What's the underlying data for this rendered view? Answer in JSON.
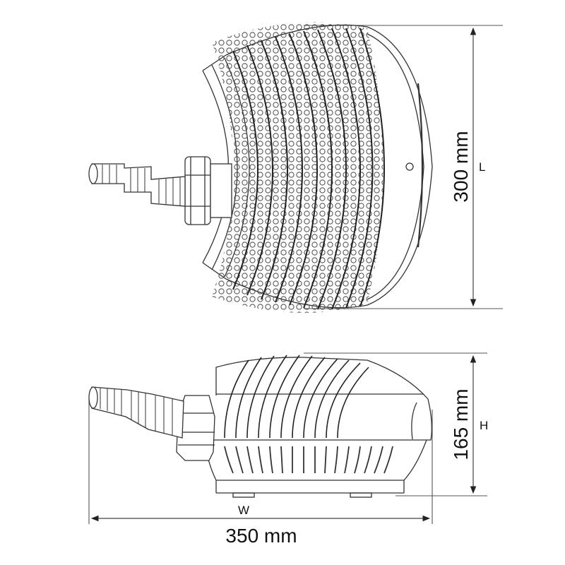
{
  "diagram": {
    "type": "product-dimension-drawing",
    "colors": {
      "line": "#333333",
      "dim": "#555555",
      "text": "#111111",
      "background": "#ffffff"
    },
    "top_view": {
      "dimension": {
        "value_label": "300 mm",
        "letter": "L"
      }
    },
    "side_view": {
      "height_dimension": {
        "value_label": "165 mm",
        "letter": "H"
      },
      "width_dimension": {
        "value_label": "350 mm",
        "letter": "W"
      }
    }
  }
}
